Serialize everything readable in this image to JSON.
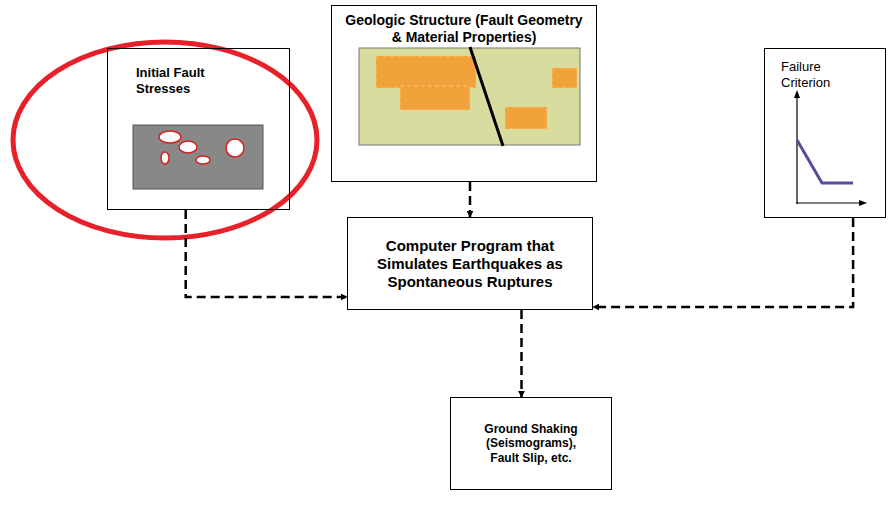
{
  "diagram": {
    "nodes": [
      {
        "text": [
          "Initial Fault Stresses"
        ]
      },
      {
        "text": [
          "Geologic Structure (Fault Geometry & Material Properties)"
        ]
      },
      {
        "text": [
          "Failure Criterion"
        ]
      },
      {
        "text": [
          "Computer Program that Simulates Earthquakes as Spontaneous Ruptures"
        ]
      },
      {
        "text": [
          "Ground Shaking (Seismograms), Fault Slip, etc."
        ]
      }
    ],
    "edges": [
      {
        "from": 0,
        "to": 3,
        "arrow": "to"
      },
      {
        "from": 1,
        "to": 3,
        "arrow": "to"
      },
      {
        "from": 2,
        "to": 3,
        "arrow": "to"
      },
      {
        "from": 3,
        "to": 4,
        "arrow": "to"
      }
    ]
  }
}
